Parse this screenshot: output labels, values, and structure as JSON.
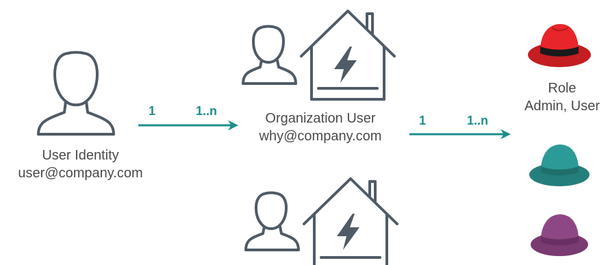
{
  "colors": {
    "icon_stroke": "#4f5b66",
    "arrow": "#1d8f8a",
    "multiplicity_text": "#1d8f8a",
    "label_text": "#4a4a4a",
    "hat_red": "#e8262a",
    "hat_teal": "#2c9a97",
    "hat_purple": "#8e4785"
  },
  "icons": {
    "user": "person-outline-icon",
    "organization": "house-with-lightning-icon",
    "role": "fedora-hat-icon"
  },
  "user_identity": {
    "title": "User Identity",
    "email": "user@company.com"
  },
  "organization_user": {
    "title": "Organization User",
    "email": "why@company.com"
  },
  "role": {
    "title": "Role",
    "subtitle": "Admin, User"
  },
  "relationships": [
    {
      "from": "1",
      "to": "1..n"
    },
    {
      "from": "1",
      "to": "1..n"
    }
  ]
}
